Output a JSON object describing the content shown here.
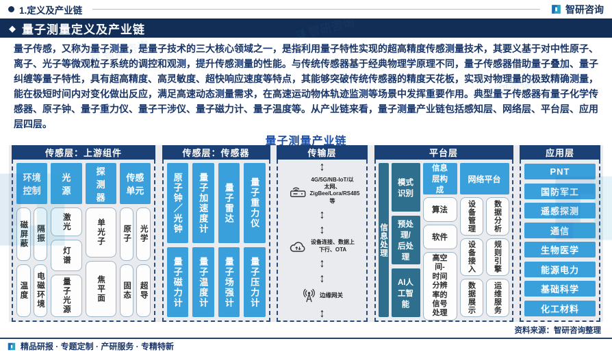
{
  "topbar": {
    "section": "1.定义及产业链",
    "brand": "智研咨询"
  },
  "banner": {
    "diamond": "◆",
    "title": "量子测量定义及产业链"
  },
  "intro": {
    "text": "量子传感，又称为量子测量，是量子技术的三大核心领域之一，是指利用量子特性实现的超高精度传感测量技术，其要义基于对中性原子、离子、光子等微观粒子系统的调控和观测，提升传感测量的性能。与传统传感器基于经典物理学原理不同，量子传感器借助量子叠加、量子纠缠等量子特性，具有超高精度、高灵敏度、超快响应速度等特点，其能够突破传统传感器的精度天花板，实现对物理量的极致精确测量，能在极短时间内对变化做出反应，满足高速动态测量需求，在高速运动物体轨迹监测等场景中发挥重要作用。典型量子传感器有量子化学传感器、原子钟、量子重力仪、量子干涉仪、量子磁力计、量子温度等。从产业链来看，量子测量产业链包括感知层、网络层、平台层、应用层四层。"
  },
  "diagram": {
    "title": "量子测量产业链",
    "upstream": {
      "header": "传感层：上游组件",
      "groups": [
        {
          "head": "环境\n控制",
          "items": [
            "磁屏蔽",
            "隔振",
            "温度",
            "电磁环境"
          ]
        },
        {
          "head": "光\n源",
          "items": [
            "激光",
            "灯谱",
            "量子光源"
          ]
        },
        {
          "head": "探\n测\n器",
          "items": [
            "单光子",
            "焦平面"
          ]
        },
        {
          "head": "传感\n单元",
          "items": [
            "原子",
            "光学",
            "固态",
            "超导"
          ]
        }
      ]
    },
    "sensors": {
      "header": "传感层：传感器",
      "items": [
        "原子钟／光钟",
        "量子加速度计",
        "量子雷达",
        "量子重力仪",
        "量子磁力计",
        "量子温度计",
        "量子场强计",
        "量子压力计"
      ]
    },
    "transport": {
      "header": "传输层",
      "arrow": "↕",
      "nodes": [
        {
          "icon": "router-icon",
          "label": "4G/5G/NB-IoT/以太网、ZigBee/Lora/RS485等"
        },
        {
          "icon": "cloud-icon",
          "label": "设备连接、数据上下行、OTA"
        },
        {
          "icon": "gateway-icon",
          "label": "边缘网关"
        }
      ]
    },
    "platform": {
      "header": "平台层",
      "side_bar": "信息处理",
      "process_boxes": [
        "模式\n识别",
        "预处\n理/\n后处\n理",
        "AI人\n工智\n能"
      ],
      "info_head": "信息\n层构\n成",
      "info_items": [
        "算法",
        "软件",
        "高空\n间-\n时间\n分辨\n率的\n信号\n处理"
      ],
      "network_head": "网络平台",
      "network_items": [
        "设备管理",
        "数据分析",
        "设备接入",
        "规则引擎",
        "数据展示",
        "运维服务"
      ]
    },
    "application": {
      "header": "应用层",
      "items": [
        "PNT",
        "国防军工",
        "遥感探测",
        "通信",
        "生物医学",
        "能源电力",
        "基础科学",
        "化工材料"
      ]
    }
  },
  "source": {
    "text": "资料来源：智研咨询整理"
  },
  "footer": {
    "tagline": "精品研报 · 专题定制 · 产研服务 · 专精特新"
  },
  "watermark": {
    "brand": "智研咨询"
  },
  "colors": {
    "navy": "#122e57",
    "column_header_navy": "#1b4076",
    "sky_blue": "#39a0dc",
    "teal": "#2e6f8e",
    "title_blue": "#1c4ea3",
    "diagram_bg": "#e9ebee"
  }
}
